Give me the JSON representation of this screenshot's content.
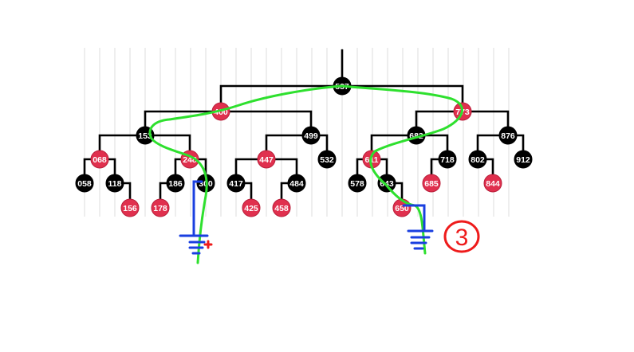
{
  "colors": {
    "black_node": "#000000",
    "red_node": "#e0304e",
    "node_text": "#ffffff",
    "annotation_green": "#2ee02e",
    "annotation_blue": "#1a3fe0",
    "annotation_red": "#ee1b1b"
  },
  "tree": {
    "nodes": [
      {
        "id": "n537",
        "key": "537",
        "color": "black"
      },
      {
        "id": "n400",
        "key": "400",
        "color": "red"
      },
      {
        "id": "n773",
        "key": "773",
        "color": "red"
      },
      {
        "id": "n153",
        "key": "153",
        "color": "black"
      },
      {
        "id": "n499",
        "key": "499",
        "color": "black"
      },
      {
        "id": "n682",
        "key": "682",
        "color": "black"
      },
      {
        "id": "n876",
        "key": "876",
        "color": "black"
      },
      {
        "id": "n068",
        "key": "068",
        "color": "red"
      },
      {
        "id": "n248",
        "key": "248",
        "color": "red"
      },
      {
        "id": "n447",
        "key": "447",
        "color": "red"
      },
      {
        "id": "n532",
        "key": "532",
        "color": "black"
      },
      {
        "id": "n611",
        "key": "611",
        "color": "red"
      },
      {
        "id": "n718",
        "key": "718",
        "color": "black"
      },
      {
        "id": "n802",
        "key": "802",
        "color": "black"
      },
      {
        "id": "n912",
        "key": "912",
        "color": "black"
      },
      {
        "id": "n058",
        "key": "058",
        "color": "black"
      },
      {
        "id": "n118",
        "key": "118",
        "color": "black"
      },
      {
        "id": "n186",
        "key": "186",
        "color": "black"
      },
      {
        "id": "n300",
        "key": "300",
        "color": "black"
      },
      {
        "id": "n417",
        "key": "417",
        "color": "black"
      },
      {
        "id": "n484",
        "key": "484",
        "color": "black"
      },
      {
        "id": "n578",
        "key": "578",
        "color": "black"
      },
      {
        "id": "n643",
        "key": "643",
        "color": "black"
      },
      {
        "id": "n685",
        "key": "685",
        "color": "red"
      },
      {
        "id": "n844",
        "key": "844",
        "color": "red"
      },
      {
        "id": "n156",
        "key": "156",
        "color": "red"
      },
      {
        "id": "n178",
        "key": "178",
        "color": "red"
      },
      {
        "id": "n425",
        "key": "425",
        "color": "red"
      },
      {
        "id": "n458",
        "key": "458",
        "color": "red"
      },
      {
        "id": "n650",
        "key": "650",
        "color": "red"
      }
    ],
    "edges": [
      [
        "n537",
        "n400"
      ],
      [
        "n537",
        "n773"
      ],
      [
        "n400",
        "n153"
      ],
      [
        "n400",
        "n499"
      ],
      [
        "n773",
        "n682"
      ],
      [
        "n773",
        "n876"
      ],
      [
        "n153",
        "n068"
      ],
      [
        "n153",
        "n248"
      ],
      [
        "n499",
        "n447"
      ],
      [
        "n499",
        "n532"
      ],
      [
        "n682",
        "n611"
      ],
      [
        "n682",
        "n718"
      ],
      [
        "n876",
        "n802"
      ],
      [
        "n876",
        "n912"
      ],
      [
        "n068",
        "n058"
      ],
      [
        "n068",
        "n118"
      ],
      [
        "n248",
        "n186"
      ],
      [
        "n248",
        "n300"
      ],
      [
        "n447",
        "n417"
      ],
      [
        "n447",
        "n484"
      ],
      [
        "n611",
        "n578"
      ],
      [
        "n611",
        "n643"
      ],
      [
        "n718",
        "n685"
      ],
      [
        "n802",
        "n844"
      ],
      [
        "n118",
        "n156"
      ],
      [
        "n186",
        "n178"
      ],
      [
        "n417",
        "n425"
      ],
      [
        "n484",
        "n458"
      ],
      [
        "n643",
        "n650"
      ]
    ]
  },
  "annotation": {
    "circled_number": "3"
  }
}
